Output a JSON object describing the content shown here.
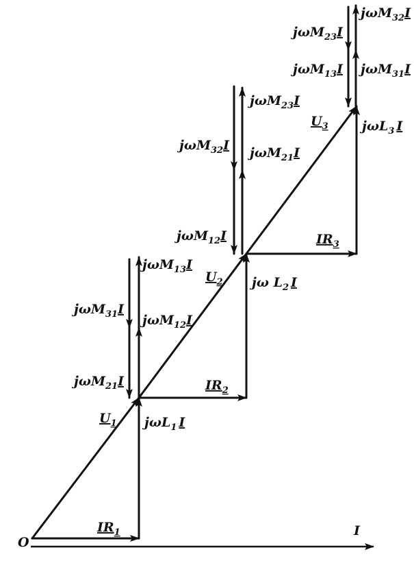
{
  "origin_label": "O",
  "axis_label": "I",
  "sections": [
    {
      "id": 1,
      "U": {
        "base": "U",
        "sub": "1"
      },
      "IR": {
        "base": "IR",
        "sub": "1"
      },
      "L": {
        "pre": "jωL",
        "sub": "1",
        "post": "I"
      },
      "up": [
        {
          "pre": "jωM",
          "sub": "12",
          "post": "I"
        },
        {
          "pre": "jωM",
          "sub": "13",
          "post": "I"
        }
      ],
      "down": [
        {
          "pre": "jωM",
          "sub": "21",
          "post": "I"
        },
        {
          "pre": "jωM",
          "sub": "31",
          "post": "I"
        }
      ]
    },
    {
      "id": 2,
      "U": {
        "base": "U",
        "sub": "2"
      },
      "IR": {
        "base": "IR",
        "sub": "2"
      },
      "L": {
        "pre": "jω L",
        "sub": "2",
        "post": "I"
      },
      "up": [
        {
          "pre": "jωM",
          "sub": "21",
          "post": "I"
        },
        {
          "pre": "jωM",
          "sub": "23",
          "post": "I"
        }
      ],
      "down": [
        {
          "pre": "jωM",
          "sub": "12",
          "post": "I"
        },
        {
          "pre": "jωM",
          "sub": "32",
          "post": "I"
        }
      ]
    },
    {
      "id": 3,
      "U": {
        "base": "U",
        "sub": "3"
      },
      "IR": {
        "base": "IR",
        "sub": "3"
      },
      "L": {
        "pre": "jωL",
        "sub": "3",
        "post": "I"
      },
      "up": [
        {
          "pre": "jωM",
          "sub": "31",
          "post": "I"
        },
        {
          "pre": "jωM",
          "sub": "32",
          "post": "I"
        }
      ],
      "down": [
        {
          "pre": "jωM",
          "sub": "13",
          "post": "I"
        },
        {
          "pre": "jωM",
          "sub": "23",
          "post": "I"
        }
      ]
    }
  ]
}
